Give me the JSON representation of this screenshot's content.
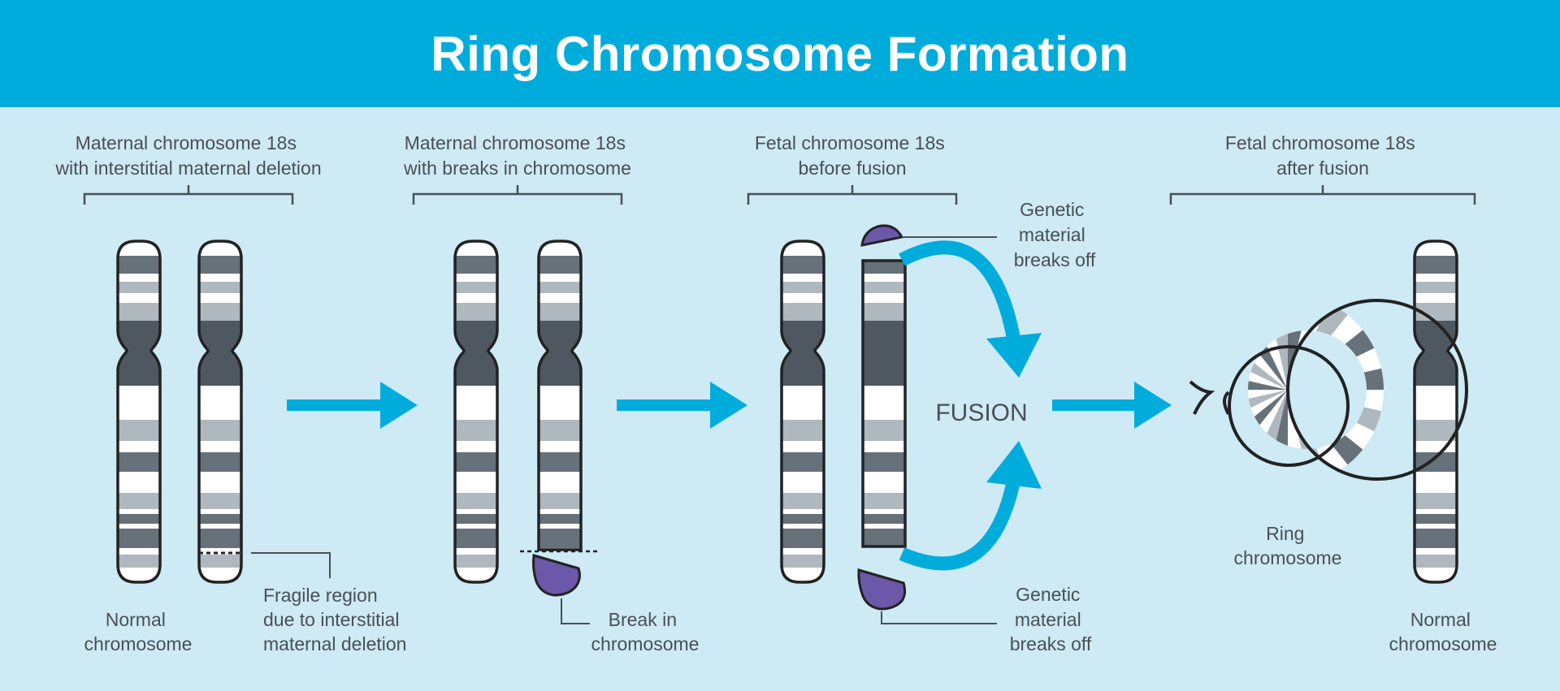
{
  "title": "Ring Chromosome Formation",
  "colors": {
    "header_bg": "#00acdb",
    "background": "#cdeaf5",
    "arrow": "#00acdb",
    "fragment": "#6b58a8",
    "band_dark": "#66717a",
    "band_mid": "#aeb8be",
    "band_centromere": "#4f5860",
    "text": "#4a4f55"
  },
  "stages": [
    {
      "heading": [
        "Maternal chromosome 18s",
        "with interstitial maternal deletion"
      ]
    },
    {
      "heading": [
        "Maternal chromosome 18s",
        "with breaks in chromosome"
      ]
    },
    {
      "heading": [
        "Fetal chromosome 18s",
        "before fusion"
      ]
    },
    {
      "heading": [
        "Fetal chromosome 18s",
        "after fusion"
      ]
    }
  ],
  "labels": {
    "normal_left": [
      "Normal",
      "chromosome"
    ],
    "fragile_region": [
      "Fragile region",
      "due to interstitial",
      "maternal deletion"
    ],
    "break": [
      "Break in",
      "chromosome"
    ],
    "breaks_off_top": [
      "Genetic",
      "material",
      "breaks off"
    ],
    "breaks_off_bottom": [
      "Genetic",
      "material",
      "breaks off"
    ],
    "fusion": "FUSION",
    "ring": [
      "Ring",
      "chromosome"
    ],
    "normal_right": [
      "Normal",
      "chromosome"
    ]
  },
  "icons": {
    "process_arrow": "right-arrow-icon",
    "fusion_arrow": "curved-arrow-icon"
  }
}
